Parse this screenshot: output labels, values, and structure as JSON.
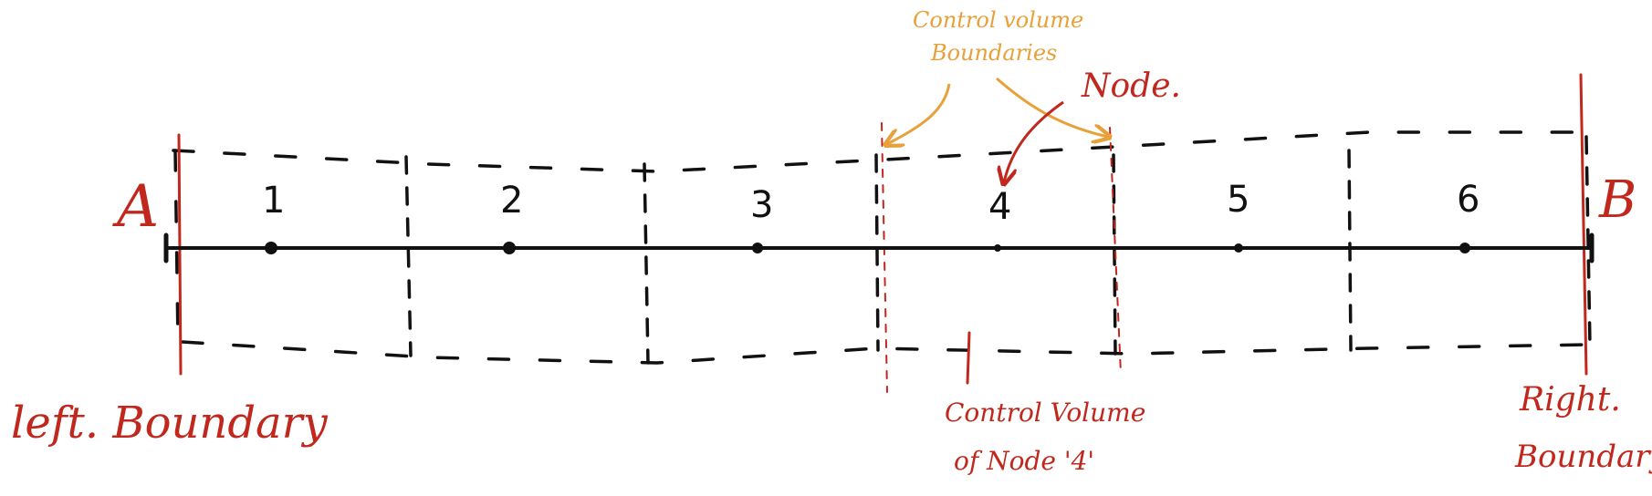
{
  "colors": {
    "ink": "#111111",
    "red": "#c0281e",
    "orange": "#e8a13a",
    "background": "#ffffff"
  },
  "ends": {
    "left": "A",
    "right": "B"
  },
  "nodes": [
    "1",
    "2",
    "3",
    "4",
    "5",
    "6"
  ],
  "labels": {
    "cv_boundaries_line1": "Control volume",
    "cv_boundaries_line2": "Boundaries",
    "node": "Node.",
    "left_boundary": "left. Boundary",
    "right_boundary_line1": "Right.",
    "right_boundary_line2": "Boundary",
    "cv_node4_line1": "Control Volume",
    "cv_node4_line2": "of Node '4'"
  }
}
